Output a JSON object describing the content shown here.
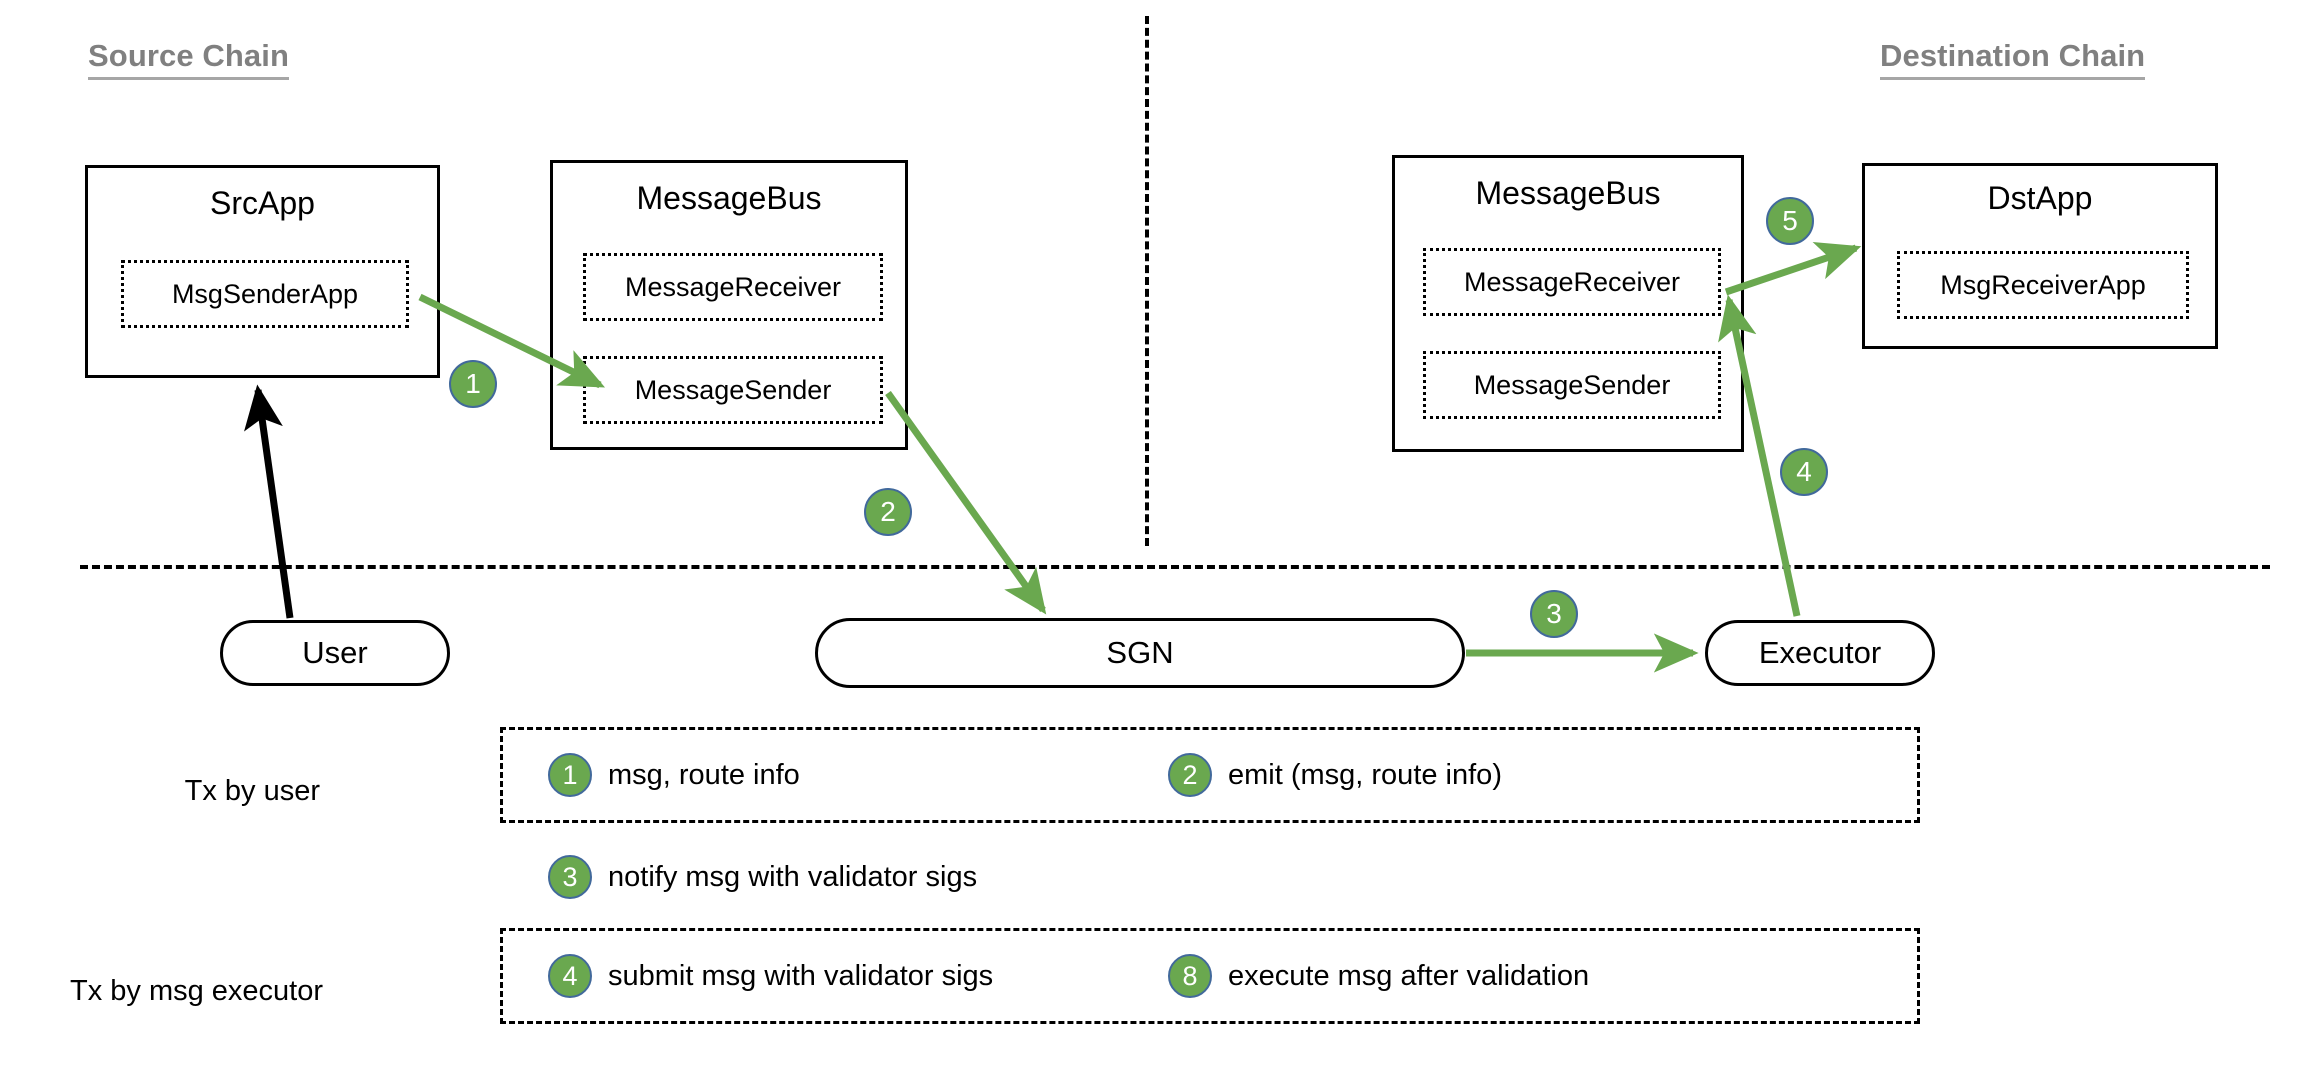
{
  "chains": {
    "source": {
      "label": "Source Chain"
    },
    "destination": {
      "label": "Destination Chain"
    }
  },
  "boxes": {
    "src_app": {
      "title": "SrcApp",
      "components": [
        "MsgSenderApp"
      ]
    },
    "bus_src": {
      "title": "MessageBus",
      "components": [
        "MessageReceiver",
        "MessageSender"
      ]
    },
    "bus_dst": {
      "title": "MessageBus",
      "components": [
        "MessageReceiver",
        "MessageSender"
      ]
    },
    "dst_app": {
      "title": "DstApp",
      "components": [
        "MsgReceiverApp"
      ]
    }
  },
  "nodes": {
    "user": {
      "label": "User"
    },
    "sgn": {
      "label": "SGN"
    },
    "executor": {
      "label": "Executor"
    }
  },
  "flow_markers": [
    {
      "id": "1",
      "label": "1"
    },
    {
      "id": "2",
      "label": "2"
    },
    {
      "id": "3",
      "label": "3"
    },
    {
      "id": "4",
      "label": "4"
    },
    {
      "id": "5",
      "label": "5"
    }
  ],
  "legend": {
    "rows": [
      {
        "label": "Tx by user",
        "items": [
          {
            "num": "1",
            "text": "msg, route info"
          },
          {
            "num": "2",
            "text": "emit (msg, route info)"
          }
        ]
      },
      {
        "label": "",
        "items": [
          {
            "num": "3",
            "text": "notify msg with validator sigs"
          }
        ]
      },
      {
        "label": "Tx by msg executor",
        "items": [
          {
            "num": "4",
            "text": "submit msg with validator sigs"
          },
          {
            "num": "8",
            "text": "execute msg after validation"
          }
        ]
      }
    ]
  },
  "colors": {
    "arrow_green": "#6aa84f",
    "marker_border": "#41699b",
    "chain_label": "#808080",
    "box_border": "#000000"
  }
}
